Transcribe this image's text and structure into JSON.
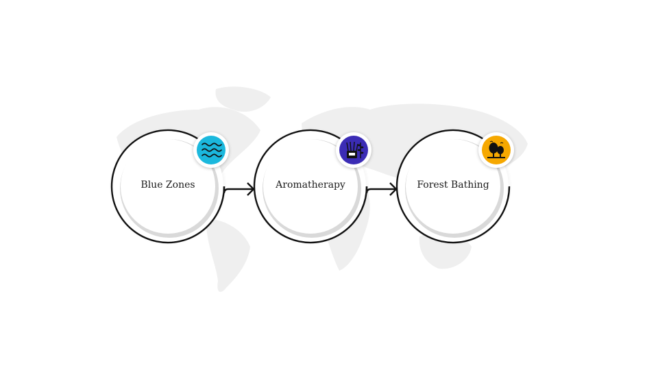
{
  "steps": [
    {
      "label": "Blue Zones",
      "icon": "waves-icon",
      "color": "#1bb8dd"
    },
    {
      "label": "Aromatherapy",
      "icon": "reed-diffuser-icon",
      "color": "#3b2cb5"
    },
    {
      "label": "Forest Bathing",
      "icon": "forest-trees-icon",
      "color": "#f6a800"
    }
  ],
  "colors": {
    "ring": "#111111",
    "map": "#efefef",
    "background": "#ffffff"
  }
}
